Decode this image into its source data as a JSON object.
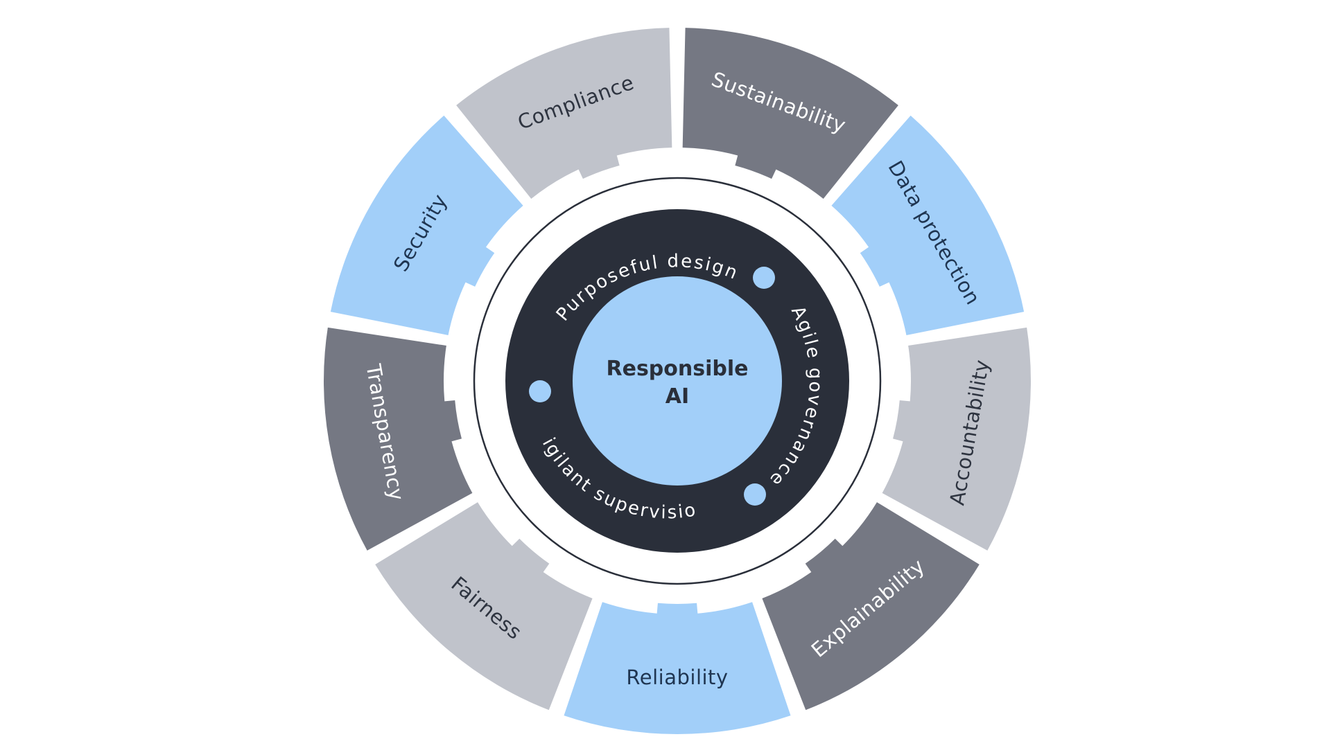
{
  "diagram": {
    "center": {
      "line1": "Responsible",
      "line2": "AI"
    },
    "inner_ring": [
      {
        "label": "Purposeful  design"
      },
      {
        "label": "Agile governance"
      },
      {
        "label": "Vigilant supervision"
      }
    ],
    "segments": [
      {
        "label": "Sustainability",
        "tone": "dark"
      },
      {
        "label": "Data protection",
        "tone": "blue"
      },
      {
        "label": "Accountability",
        "tone": "light"
      },
      {
        "label": "Explainability",
        "tone": "dark"
      },
      {
        "label": "Reliability",
        "tone": "blue"
      },
      {
        "label": "Fairness",
        "tone": "light"
      },
      {
        "label": "Transparency",
        "tone": "dark"
      },
      {
        "label": "Security",
        "tone": "blue"
      },
      {
        "label": "Compliance",
        "tone": "light"
      }
    ],
    "colors": {
      "dark": "#757883",
      "light": "#c0c3cb",
      "blue": "#a2cff9",
      "ring": "#2a2f3a",
      "center": "#a2cff9",
      "dot": "#a2cff9",
      "dark_text": "#ffffff",
      "light_text": "#2e3440",
      "blue_text": "#1f3551"
    }
  }
}
